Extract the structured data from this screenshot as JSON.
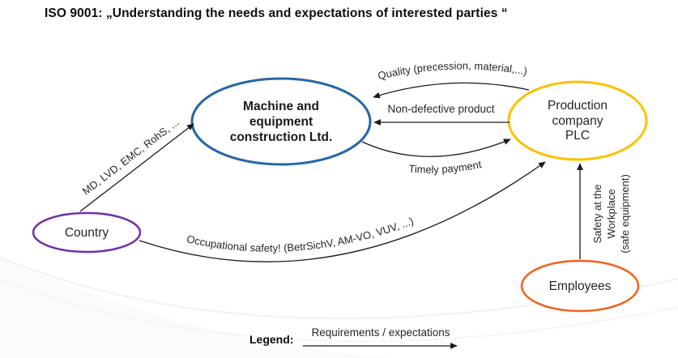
{
  "title": "ISO 9001: „Understanding the needs and expectations of interested parties “",
  "nodes": {
    "machine": {
      "line1": "Machine and",
      "line2": "equipment",
      "line3": "construction Ltd.",
      "color": "#2767a5"
    },
    "production": {
      "line1": "Production",
      "line2": "company",
      "line3": "PLC",
      "color": "#ffc000"
    },
    "country": {
      "label": "Country",
      "color": "#7330a6"
    },
    "employees": {
      "label": "Employees",
      "color": "#f2611c"
    }
  },
  "edges": {
    "quality": {
      "label": "Quality (precession, material,...)",
      "from": "Production company PLC",
      "to": "Machine and equipment construction Ltd."
    },
    "non_defective": {
      "label": "Non-defective product",
      "from": "Production company PLC",
      "to": "Machine and equipment construction Ltd."
    },
    "timely_payment": {
      "label": "Timely payment",
      "from": "Machine and equipment construction Ltd.",
      "to": "Production company PLC"
    },
    "regulations": {
      "label": "MD, LVD, EMC, RohS, ...",
      "from": "Country",
      "to": "Machine and equipment construction Ltd."
    },
    "occupational_safety": {
      "label": "Occupational safety! (BetrSichV, AM-VO, VUV, ...)",
      "from": "Country",
      "to": "Production company PLC"
    },
    "workplace_safety": {
      "line1": "Safety at the",
      "line2": "Workplace",
      "line3": "(safe equipment)",
      "from": "Employees",
      "to": "Production company PLC"
    }
  },
  "legend": {
    "title": "Legend:",
    "arrow_label": "Requirements / expectations"
  },
  "colors": {
    "arrow": "#1a1a1a",
    "background": "#ffffff"
  }
}
